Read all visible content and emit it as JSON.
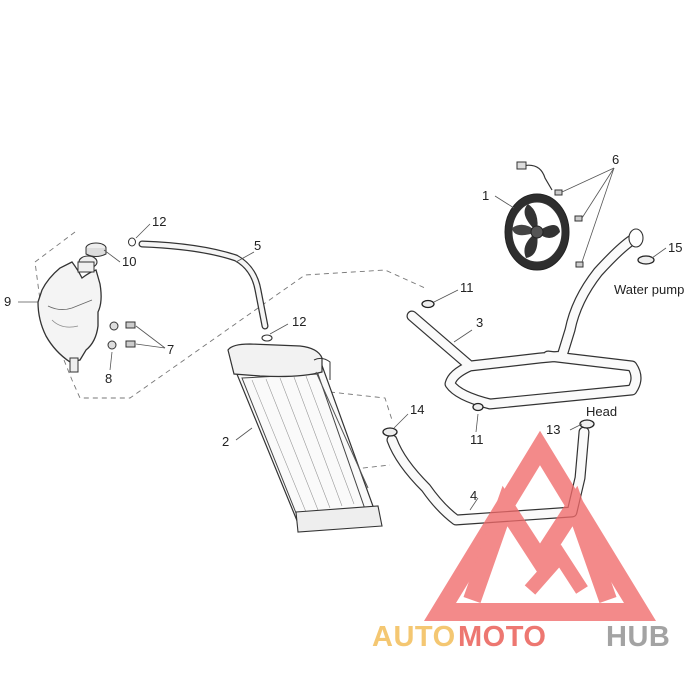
{
  "diagram": {
    "callouts": {
      "c1": "1",
      "c2": "2",
      "c3": "3",
      "c4": "4",
      "c5": "5",
      "c6": "6",
      "c7": "7",
      "c8": "8",
      "c9": "9",
      "c10": "10",
      "c11a": "11",
      "c11b": "11",
      "c12a": "12",
      "c12b": "12",
      "c13": "13",
      "c14": "14",
      "c15": "15"
    },
    "notes": {
      "water_pump": "Water pump",
      "head": "Head"
    }
  },
  "watermark": {
    "part1": "AUTO",
    "part2": "MOTO",
    "part3": "HUB",
    "colors": {
      "auto": "#f2b84b",
      "moto": "#e8524a",
      "hub": "#8a8a8a",
      "logo": "#f06a6a"
    }
  }
}
